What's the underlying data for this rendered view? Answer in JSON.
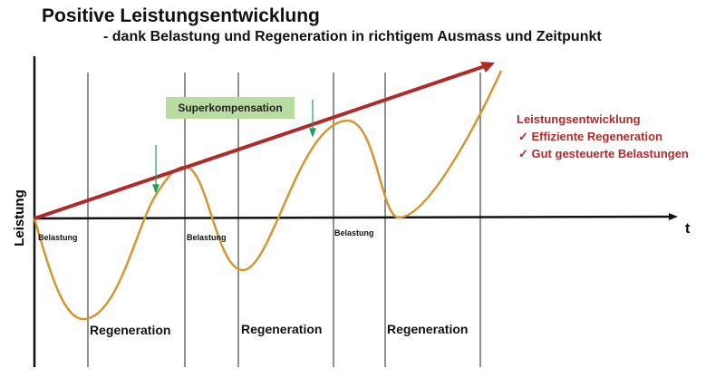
{
  "title": "Positive Leistungsentwicklung",
  "subtitle": "- dank Belastung und Regeneration in richtigem Ausmass und Zeitpunkt",
  "superkompensation": "Superkompensation",
  "legend": {
    "heading": "Leistungsentwicklung",
    "items": [
      "✓  Effiziente Regeneration",
      "✓  Gut gesteuerte Belastungen"
    ]
  },
  "axes": {
    "y": "Leistung",
    "x": "t"
  },
  "phases": {
    "belastung": [
      "Belastung",
      "Belastung",
      "Belastung"
    ],
    "regeneration": [
      "Regeneration",
      "Regeneration",
      "Regeneration"
    ]
  },
  "colors": {
    "trend": "#b02a2a",
    "curve": "#d4962f",
    "arrows": "#1aa05a",
    "box": "#b8dca2"
  }
}
